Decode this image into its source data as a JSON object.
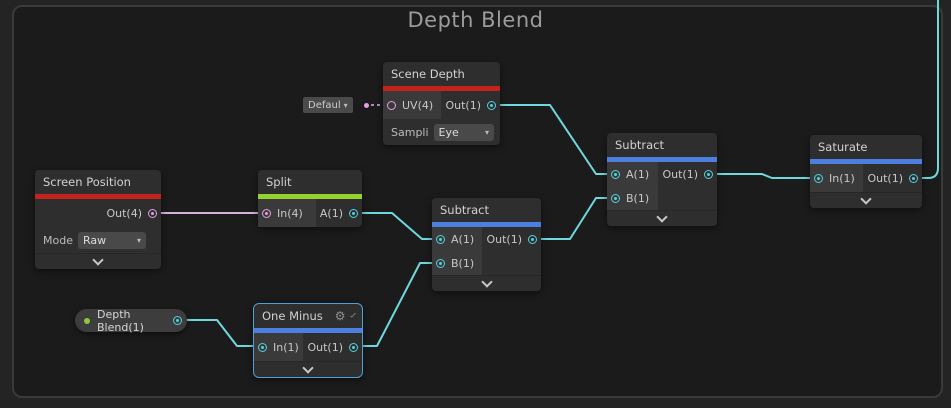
{
  "graph_title": "Depth Blend",
  "colors": {
    "wire_teal": "#6fd8de",
    "wire_pink": "#d9b0e0",
    "port_teal": "#53d2dc",
    "port_pink": "#e39fe5",
    "bar_red": "#c2231c",
    "bar_green": "#94d32f",
    "bar_blue": "#4b80e1",
    "selection_outline": "#4f9fd8",
    "prop_dot_green": "#8dc73f"
  },
  "icons": {
    "gear": "⚙",
    "dropdown_arrow": "▾"
  },
  "nodes": {
    "scene_depth": {
      "title": "Scene Depth",
      "uv_port": "UV(4)",
      "out_port": "Out(1)",
      "default_dropdown": "Defaul",
      "sampling_label": "Sampli",
      "sampling_value": "Eye"
    },
    "screen_position": {
      "title": "Screen Position",
      "out_port": "Out(4)",
      "mode_label": "Mode",
      "mode_value": "Raw"
    },
    "split": {
      "title": "Split",
      "in_port": "In(4)",
      "a_port": "A(1)"
    },
    "subtract_center": {
      "title": "Subtract",
      "a_port": "A(1)",
      "b_port": "B(1)",
      "out_port": "Out(1)"
    },
    "subtract_right": {
      "title": "Subtract",
      "a_port": "A(1)",
      "b_port": "B(1)",
      "out_port": "Out(1)"
    },
    "saturate": {
      "title": "Saturate",
      "in_port": "In(1)",
      "out_port": "Out(1)"
    },
    "one_minus": {
      "title": "One Minus",
      "in_port": "In(1)",
      "out_port": "Out(1)"
    },
    "depth_blend_property": {
      "label": "Depth Blend(1)"
    }
  }
}
